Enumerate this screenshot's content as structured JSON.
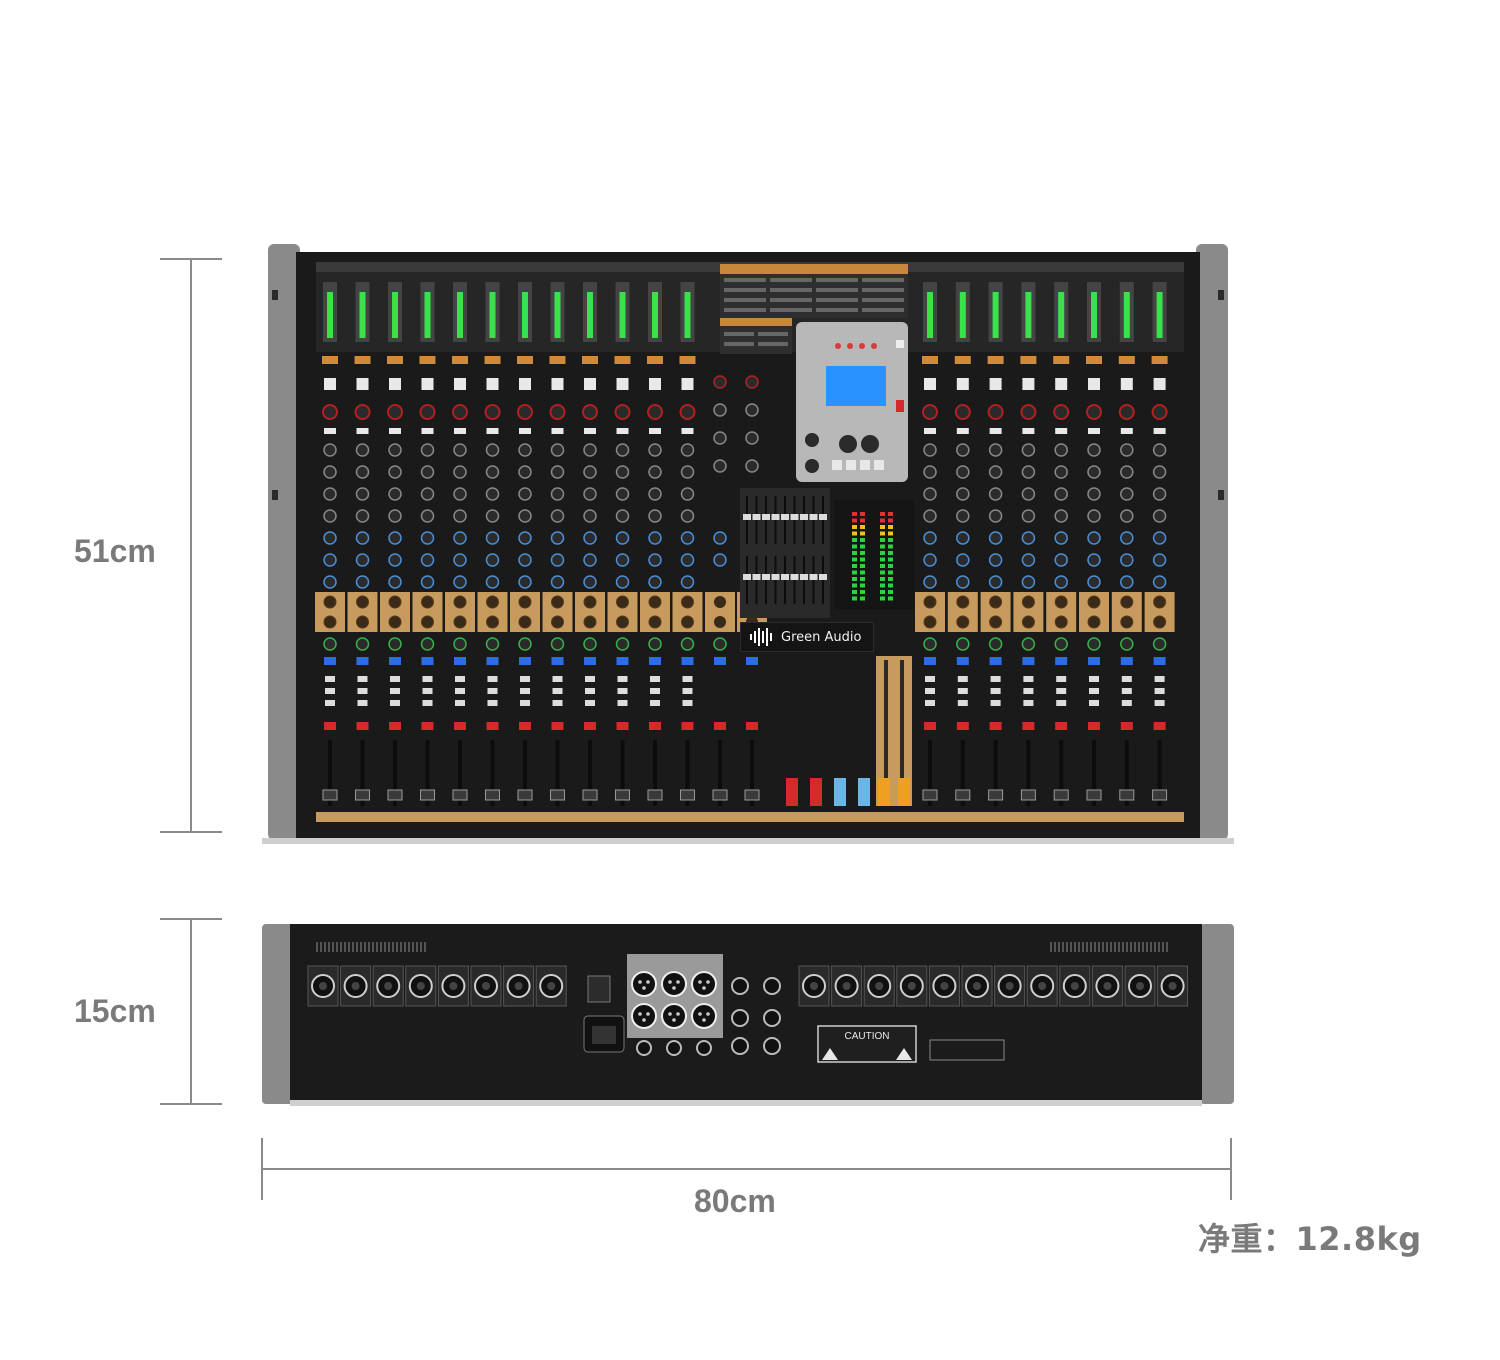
{
  "dimensions": {
    "height_top": "51cm",
    "height_rear": "15cm",
    "width": "80cm",
    "net_weight": "净重：12.8kg"
  },
  "device": {
    "brand": "Green Audio",
    "caution_label": "CAUTION",
    "module_colors": {
      "panel": "#1e1e1e",
      "frame": "#8a8a8a",
      "meter_green": "#3be14b",
      "eq_gold": "#c79a5d",
      "red_button": "#d42a2a",
      "blue_button": "#2d6de2",
      "lcd_blue": "#2a93ff"
    }
  }
}
